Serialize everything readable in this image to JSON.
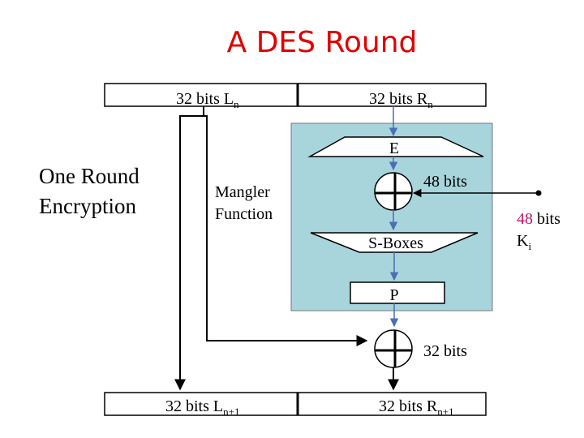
{
  "title": "A DES Round",
  "registers": {
    "top_left": {
      "prefix": "32 bits L",
      "sub": "n"
    },
    "top_right": {
      "prefix": "32 bits R",
      "sub": "n"
    },
    "bottom_left": {
      "prefix": "32 bits L",
      "sub": "n+1"
    },
    "bottom_right": {
      "prefix": "32 bits R",
      "sub": "n+1"
    }
  },
  "side_label": {
    "line1": "One Round",
    "line2": "Encryption"
  },
  "mangler": {
    "line1": "Mangler",
    "line2": "Function"
  },
  "blocks": {
    "expansion": "E",
    "sboxes": "S-Boxes",
    "permutation": "P"
  },
  "labels": {
    "xor_top_bits": "48 bits",
    "xor_bottom_bits": "32 bits",
    "key_bits_number": "48",
    "key_bits_unit": " bits",
    "key_name": "K",
    "key_sub": "i"
  },
  "colors": {
    "title": "#e00000",
    "mangler_fill": "#a8d4dc",
    "arrow_blue": "#4a6fb5",
    "key_number": "#c0186a",
    "line": "#000000"
  },
  "icons": {
    "xor": "xor-circle-plus-icon",
    "key_dot": "key-input-dot-icon"
  }
}
